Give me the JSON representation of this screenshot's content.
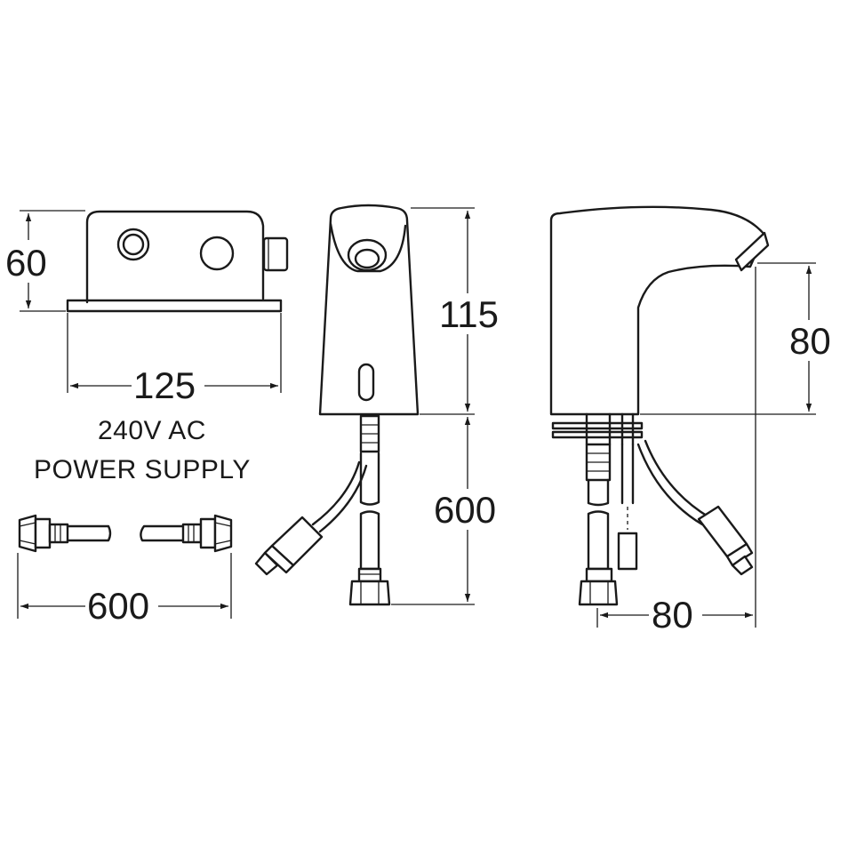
{
  "dimensions": {
    "control_box_height": "60",
    "control_box_width": "125",
    "tap_height": "115",
    "tap_spout_height": "80",
    "tap_spout_reach": "80",
    "hose_length": "600",
    "power_lead_length": "600"
  },
  "labels": {
    "power_line1": "240V AC",
    "power_line2": "POWER SUPPLY"
  }
}
